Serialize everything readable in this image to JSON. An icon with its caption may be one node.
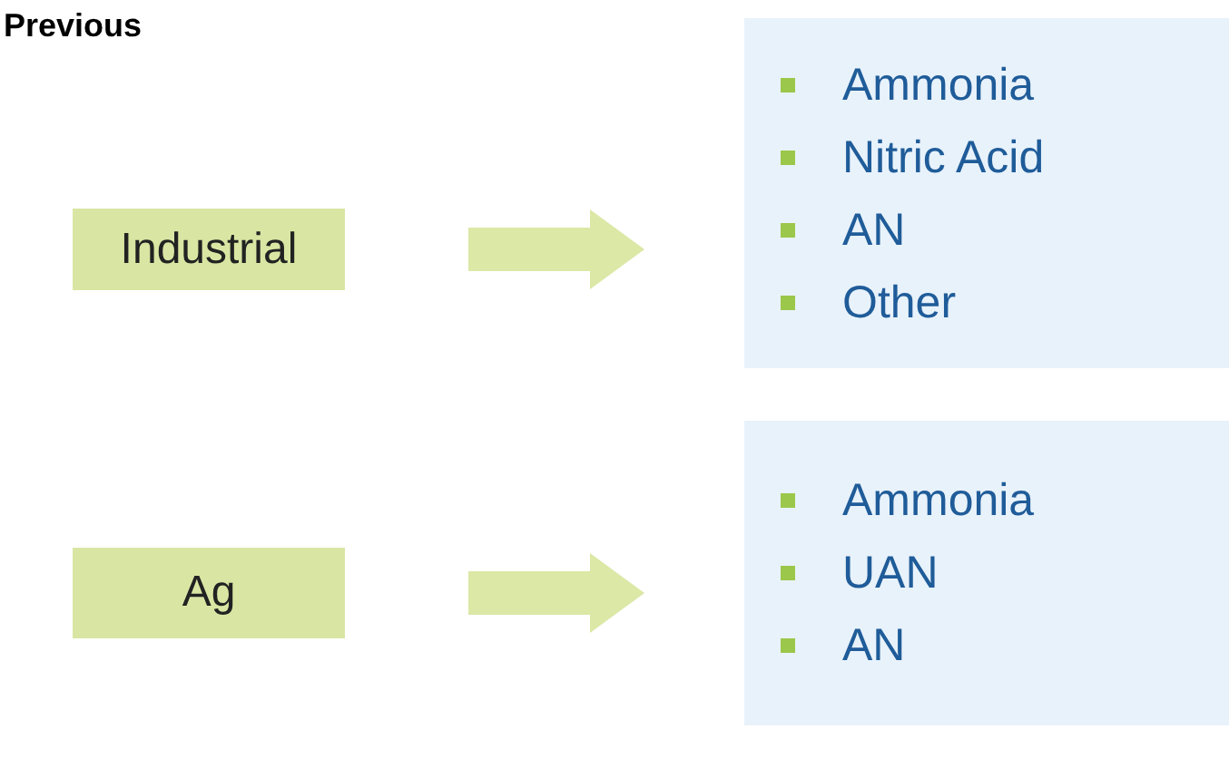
{
  "diagram": {
    "title": "Previous",
    "nodes": [
      {
        "text": [
          "Industrial"
        ]
      },
      {
        "text": [
          "Ammonia",
          "Nitric Acid",
          "AN",
          "Other"
        ]
      },
      {
        "text": [
          "Ag"
        ]
      },
      {
        "text": [
          "Ammonia",
          "UAN",
          "AN"
        ]
      }
    ],
    "edges": [
      {
        "from": 0,
        "to": 1,
        "arrow": "to",
        "style": "thick"
      },
      {
        "from": 2,
        "to": 3,
        "arrow": "to",
        "style": "thick"
      }
    ]
  }
}
